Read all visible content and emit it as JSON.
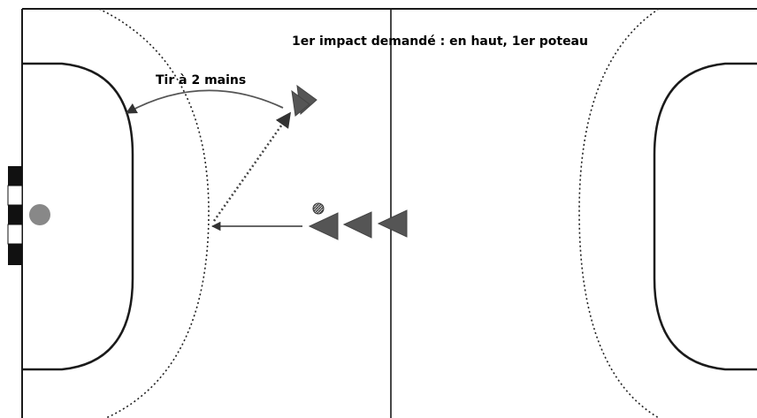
{
  "annotations": {
    "instruction": "1er impact demandé : en haut, 1er poteau",
    "shot_label": "Tir à 2 mains"
  },
  "colors": {
    "background": "#ffffff",
    "court_lines": "#1a1a1a",
    "player_marker": "#555555",
    "goal_stripe_dark": "#111111",
    "goal_stripe_light": "#ffffff",
    "goalkeeper_dot": "#888888",
    "ball": "#777777"
  },
  "icons": {
    "players": "triangle-marker",
    "goalkeeper": "filled-circle",
    "ball": "hatched-small-circle",
    "pass": "arrow-line",
    "shot_trajectory": "dotted-arrow",
    "shot_indicator": "curved-arrow"
  }
}
